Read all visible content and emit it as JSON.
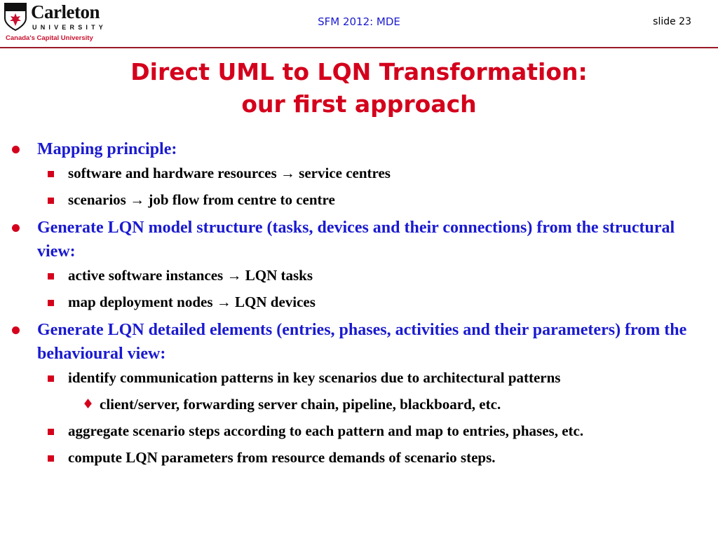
{
  "header": {
    "logo_name": "Carleton",
    "logo_sub": "UNIVERSITY",
    "logo_tagline": "Canada's Capital University",
    "center_text": "SFM 2012: MDE",
    "slide_number": "slide 23"
  },
  "title": {
    "line1": "Direct UML to LQN Transformation:",
    "line2": "our first approach"
  },
  "body": {
    "b1": {
      "text": "Mapping principle:",
      "sub": [
        "software and hardware resources → service centres",
        "scenarios → job flow from centre to centre"
      ]
    },
    "b2": {
      "text": "Generate LQN model structure (tasks, devices and their connections) from the structural view:",
      "sub": [
        "active software instances →  LQN tasks",
        "map deployment nodes → LQN devices"
      ]
    },
    "b3": {
      "text": "Generate LQN detailed elements (entries, phases, activities and their parameters) from the behavioural view:",
      "sub1": "identify communication patterns in key scenarios due to architectural patterns",
      "sub1_sub": "client/server, forwarding server chain, pipeline, blackboard, etc.",
      "sub2": "aggregate scenario steps according to each pattern and map to entries, phases, etc.",
      "sub3": "compute LQN parameters from resource demands of scenario steps."
    }
  },
  "colors": {
    "title": "#d4001c",
    "level1_text": "#1a1ad0",
    "bullet": "#d4001c",
    "rule": "#9a1a26"
  },
  "icons": {
    "level1_bullet": "round-bullet-icon",
    "level2_bullet": "square-bullet-icon",
    "level3_bullet": "diamond-bullet-icon"
  }
}
